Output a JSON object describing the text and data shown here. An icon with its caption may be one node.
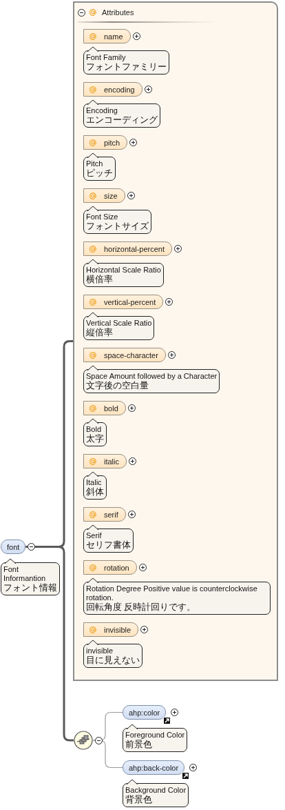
{
  "diagram": {
    "nodes": [
      {
        "text": [
          "font"
        ]
      },
      {
        "text": [
          "Font Informantion",
          "フォント情報"
        ]
      },
      {
        "text": [
          "Attributes"
        ]
      },
      {
        "text": [
          "name"
        ],
        "in": 2
      },
      {
        "text": [
          "Font Family",
          "フォントファミリー"
        ],
        "in": 2
      },
      {
        "text": [
          "encoding"
        ],
        "in": 2
      },
      {
        "text": [
          "Encoding",
          "エンコーディング"
        ],
        "in": 2
      },
      {
        "text": [
          "pitch"
        ],
        "in": 2
      },
      {
        "text": [
          "Pitch",
          "ピッチ"
        ],
        "in": 2
      },
      {
        "text": [
          "size"
        ],
        "in": 2
      },
      {
        "text": [
          "Font Size",
          "フォントサイズ"
        ],
        "in": 2
      },
      {
        "text": [
          "horizontal-percent"
        ],
        "in": 2
      },
      {
        "text": [
          "Horizontal Scale Ratio",
          "横倍率"
        ],
        "in": 2
      },
      {
        "text": [
          "vertical-percent"
        ],
        "in": 2
      },
      {
        "text": [
          "Vertical Scale Ratio",
          "縦倍率"
        ],
        "in": 2
      },
      {
        "text": [
          "space-character"
        ],
        "in": 2
      },
      {
        "text": [
          "Space Amount followed by a Character",
          "文字後の空白量"
        ],
        "in": 2
      },
      {
        "text": [
          "bold"
        ],
        "in": 2
      },
      {
        "text": [
          "Bold",
          "太字"
        ],
        "in": 2
      },
      {
        "text": [
          "italic"
        ],
        "in": 2
      },
      {
        "text": [
          "Italic",
          "斜体"
        ],
        "in": 2
      },
      {
        "text": [
          "serif"
        ],
        "in": 2
      },
      {
        "text": [
          "Serif",
          "セリフ書体"
        ],
        "in": 2
      },
      {
        "text": [
          "rotation"
        ],
        "in": 2
      },
      {
        "text": [
          "Rotation Degree Positive value is counterclockwise rotation.",
          "回転角度 反時計回りです。"
        ],
        "in": 2
      },
      {
        "text": [
          "invisible"
        ],
        "in": 2
      },
      {
        "text": [
          "invisible",
          "目に見えない"
        ],
        "in": 2
      },
      {
        "text": [],
        "shape": "circle"
      },
      {
        "text": [
          "ahp:color"
        ]
      },
      {
        "text": [
          "Foreground Color",
          "前景色"
        ]
      },
      {
        "text": [
          "ahp:back-color"
        ]
      },
      {
        "text": [
          "Background Color",
          "背景色"
        ]
      }
    ],
    "edges": [
      {
        "from": 0,
        "to": 2,
        "arrow": "none",
        "style": "thick"
      },
      {
        "from": 0,
        "to": 27,
        "arrow": "none",
        "style": "thick"
      },
      {
        "from": 27,
        "to": 28,
        "arrow": "none"
      },
      {
        "from": 27,
        "to": 30,
        "arrow": "none"
      }
    ]
  }
}
